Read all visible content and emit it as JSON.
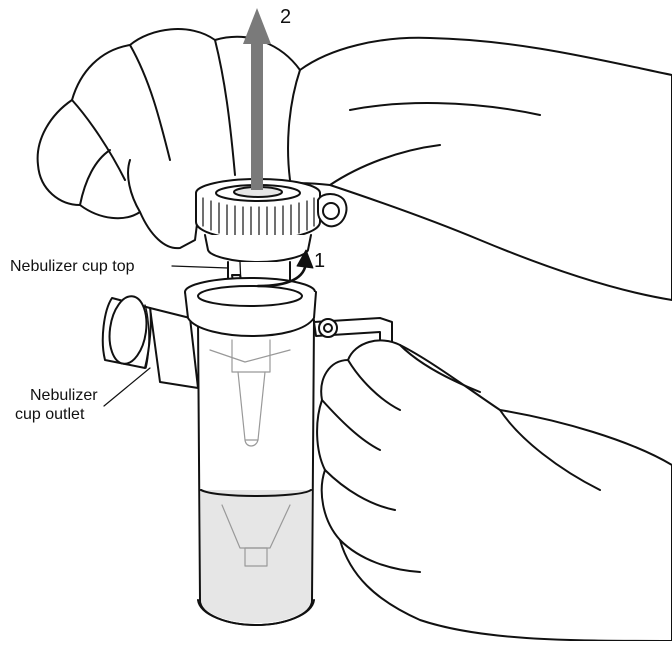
{
  "labels": {
    "cup_top": "Nebulizer cup top",
    "cup_outlet_line1": "Nebulizer",
    "cup_outlet_line2": "cup outlet"
  },
  "steps": {
    "twist": "1",
    "lift": "2"
  },
  "colors": {
    "line": "#111111",
    "arrow": "#7a7a7a",
    "fill": "#ffffff",
    "shade": "#e6e6e6"
  }
}
